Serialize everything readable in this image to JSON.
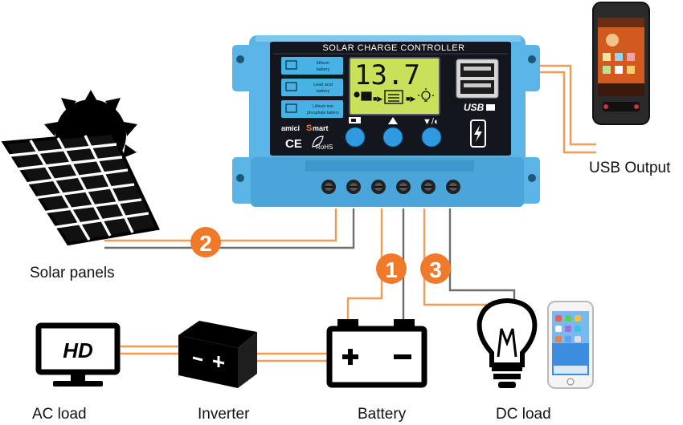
{
  "controller": {
    "title": "SOLAR CHARGE CONTROLLER",
    "lcd_value": "13.7",
    "usb_label": "USB",
    "brand_left": "amici",
    "brand_right": "mart",
    "ce_mark": "CE",
    "rohs": "RoHS",
    "battery_types": [
      {
        "line1": "lithium",
        "line2": "battery"
      },
      {
        "line1": "Lead acid",
        "line2": "battery"
      },
      {
        "line1": "Lithium iron",
        "line2": "phosphate battery"
      }
    ]
  },
  "steps": [
    "2",
    "1",
    "3"
  ],
  "labels": {
    "solar": "Solar panels",
    "usb_output": "USB Output",
    "ac_load": "AC load",
    "inverter": "Inverter",
    "battery": "Battery",
    "dc_load": "DC load",
    "hd": "HD"
  },
  "colors": {
    "controller_body": "#5ab4e6",
    "face": "#14161d",
    "lcd": "#c8e05a",
    "button": "#2f9ae0",
    "wire_orange": "#f39a55",
    "wire_gray": "#6d6d6d",
    "badge": "#f07a2a"
  }
}
